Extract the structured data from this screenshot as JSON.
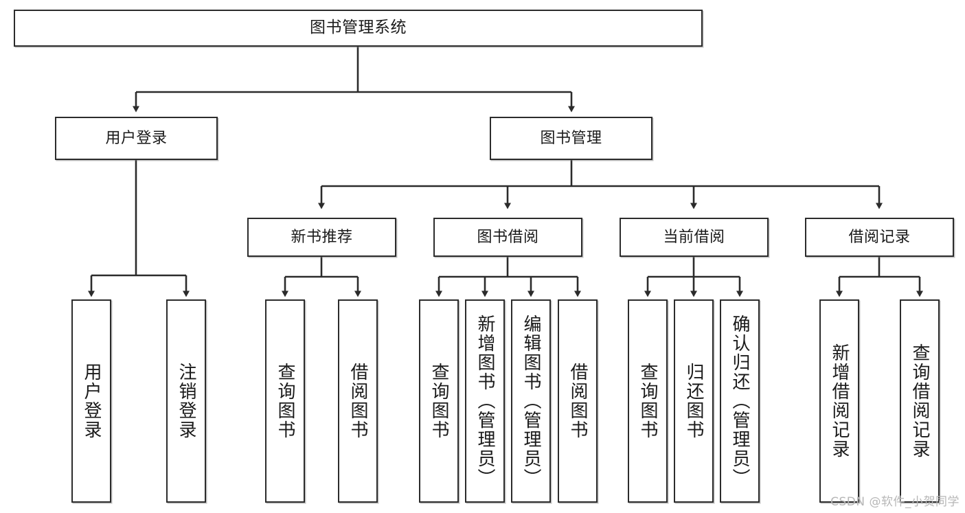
{
  "diagram": {
    "title": "图书管理系统",
    "type": "tree",
    "watermark": "CSDN @软件_小贺同学",
    "colors": {
      "box_border": "#2b2b2b",
      "box_fill": "#ffffff",
      "connector": "#2b2b2b",
      "text": "#1a1a1a",
      "watermark": "#b7b7b7"
    },
    "levels": {
      "root": "图书管理系统",
      "level2": [
        "用户登录",
        "图书管理"
      ],
      "level3": [
        "新书推荐",
        "图书借阅",
        "当前借阅",
        "借阅记录"
      ],
      "level4": [
        "用户登录",
        "注销登录",
        "查询图书",
        "借阅图书",
        "查询图书",
        "新增图书（管理员）",
        "编辑图书（管理员）",
        "借阅图书",
        "查询图书",
        "归还图书",
        "确认归还（管理员）",
        "新增借阅记录",
        "查询借阅记录"
      ]
    },
    "nodes": {
      "root": {
        "label": "图书管理系统"
      },
      "user_login": {
        "label": "用户登录"
      },
      "book_mgmt": {
        "label": "图书管理"
      },
      "new_book_rec": {
        "label": "新书推荐"
      },
      "book_borrow": {
        "label": "图书借阅"
      },
      "current_borrow": {
        "label": "当前借阅"
      },
      "borrow_record": {
        "label": "借阅记录"
      },
      "leaf_user_login": {
        "label": "用户登录"
      },
      "leaf_logout": {
        "label": "注销登录"
      },
      "leaf_query_book_1": {
        "label": "查询图书"
      },
      "leaf_borrow_book_1": {
        "label": "借阅图书"
      },
      "leaf_query_book_2": {
        "label": "查询图书"
      },
      "leaf_add_book_admin": {
        "label": "新增图书（管理员）"
      },
      "leaf_edit_book_admin": {
        "label": "编辑图书（管理员）"
      },
      "leaf_borrow_book_2": {
        "label": "借阅图书"
      },
      "leaf_query_book_3": {
        "label": "查询图书"
      },
      "leaf_return_book": {
        "label": "归还图书"
      },
      "leaf_confirm_return_admin": {
        "label": "确认归还（管理员）"
      },
      "leaf_add_borrow_record": {
        "label": "新增借阅记录"
      },
      "leaf_query_borrow_record": {
        "label": "查询借阅记录"
      }
    },
    "edges": [
      {
        "from": "root",
        "to": "user_login"
      },
      {
        "from": "root",
        "to": "book_mgmt"
      },
      {
        "from": "user_login",
        "to": "leaf_user_login"
      },
      {
        "from": "user_login",
        "to": "leaf_logout"
      },
      {
        "from": "book_mgmt",
        "to": "new_book_rec"
      },
      {
        "from": "book_mgmt",
        "to": "book_borrow"
      },
      {
        "from": "book_mgmt",
        "to": "current_borrow"
      },
      {
        "from": "book_mgmt",
        "to": "borrow_record"
      },
      {
        "from": "new_book_rec",
        "to": "leaf_query_book_1"
      },
      {
        "from": "new_book_rec",
        "to": "leaf_borrow_book_1"
      },
      {
        "from": "book_borrow",
        "to": "leaf_query_book_2"
      },
      {
        "from": "book_borrow",
        "to": "leaf_add_book_admin"
      },
      {
        "from": "book_borrow",
        "to": "leaf_edit_book_admin"
      },
      {
        "from": "book_borrow",
        "to": "leaf_borrow_book_2"
      },
      {
        "from": "current_borrow",
        "to": "leaf_query_book_3"
      },
      {
        "from": "current_borrow",
        "to": "leaf_return_book"
      },
      {
        "from": "current_borrow",
        "to": "leaf_confirm_return_admin"
      },
      {
        "from": "borrow_record",
        "to": "leaf_add_borrow_record"
      },
      {
        "from": "borrow_record",
        "to": "leaf_query_borrow_record"
      }
    ]
  }
}
